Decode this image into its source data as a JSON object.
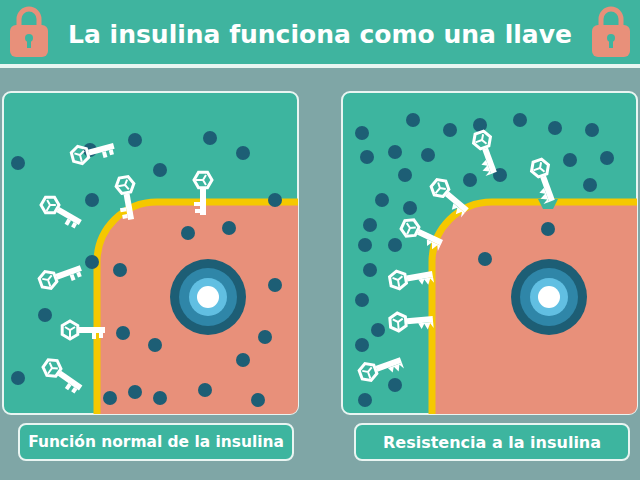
{
  "diagram": {
    "title": "La insulina funciona como una llave",
    "nodes": [
      {
        "text": [
          "Función normal de la insulina"
        ]
      },
      {
        "text": [
          "Resistencia a la insulina"
        ]
      }
    ]
  }
}
